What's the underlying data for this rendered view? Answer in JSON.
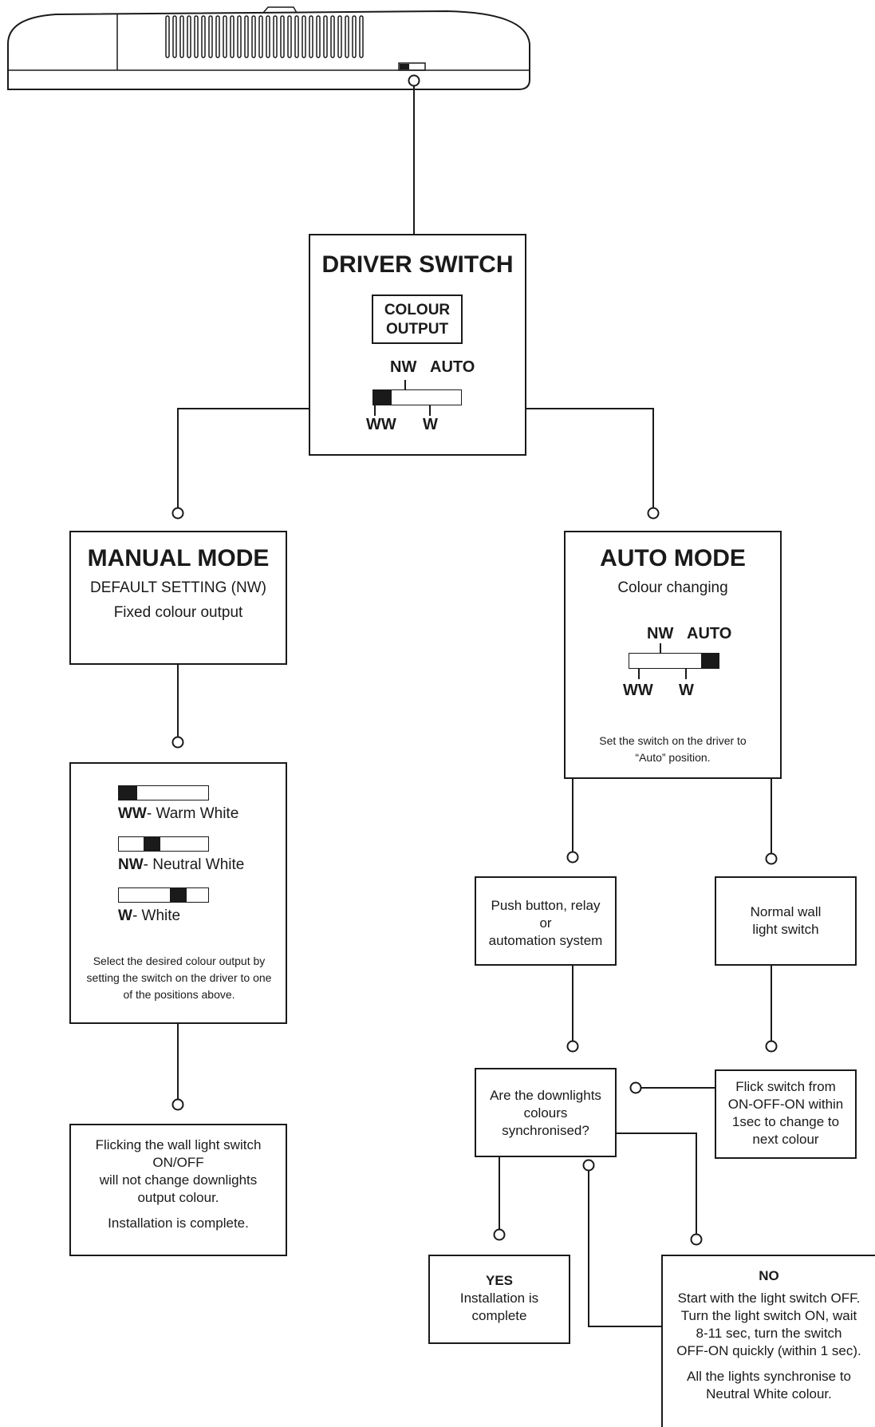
{
  "driver_switch": {
    "title": "DRIVER SWITCH",
    "colour_output_line1": "COLOUR",
    "colour_output_line2": "OUTPUT",
    "label_nw": "NW",
    "label_auto": "AUTO",
    "label_ww": "WW",
    "label_w": "W"
  },
  "manual_mode": {
    "title": "MANUAL MODE",
    "subtitle": "DEFAULT SETTING (NW)",
    "desc": "Fixed colour output"
  },
  "positions": {
    "ww_abbr": "WW",
    "ww_text": "- Warm White",
    "nw_abbr": "NW",
    "nw_text": "- Neutral White",
    "w_abbr": "W",
    "w_text": "- White",
    "instructions": "Select the desired colour output by setting the switch on the driver to one of the positions above."
  },
  "manual_complete": {
    "line1": "Flicking the wall light switch",
    "line2": "ON/OFF",
    "line3": "will not change downlights",
    "line4": "output colour.",
    "line5": "Installation is complete."
  },
  "auto_mode": {
    "title": "AUTO MODE",
    "subtitle": "Colour changing",
    "label_nw": "NW",
    "label_auto": "AUTO",
    "label_ww": "WW",
    "label_w": "W",
    "note_line1": "Set the switch on the driver to",
    "note_line2": "“Auto” position."
  },
  "push_button": {
    "line1": "Push button, relay",
    "line2": "or",
    "line3": "automation system"
  },
  "normal_switch": {
    "line1": "Normal wall",
    "line2": "light switch"
  },
  "question": {
    "line1": "Are the downlights",
    "line2": "colours",
    "line3": "synchronised?"
  },
  "flick": {
    "line1": "Flick switch from",
    "line2": "ON-OFF-ON within",
    "line3": "1sec to change to",
    "line4": "next colour"
  },
  "yes": {
    "title": "YES",
    "line1": "Installation is",
    "line2": "complete"
  },
  "no": {
    "title": "NO",
    "line1": "Start with the light switch OFF.",
    "line2": "Turn the light switch ON, wait",
    "line3": "8-11 sec, turn the switch",
    "line4": "OFF-ON quickly (within 1 sec).",
    "line5": "All the lights synchronise to",
    "line6": "Neutral White colour."
  }
}
